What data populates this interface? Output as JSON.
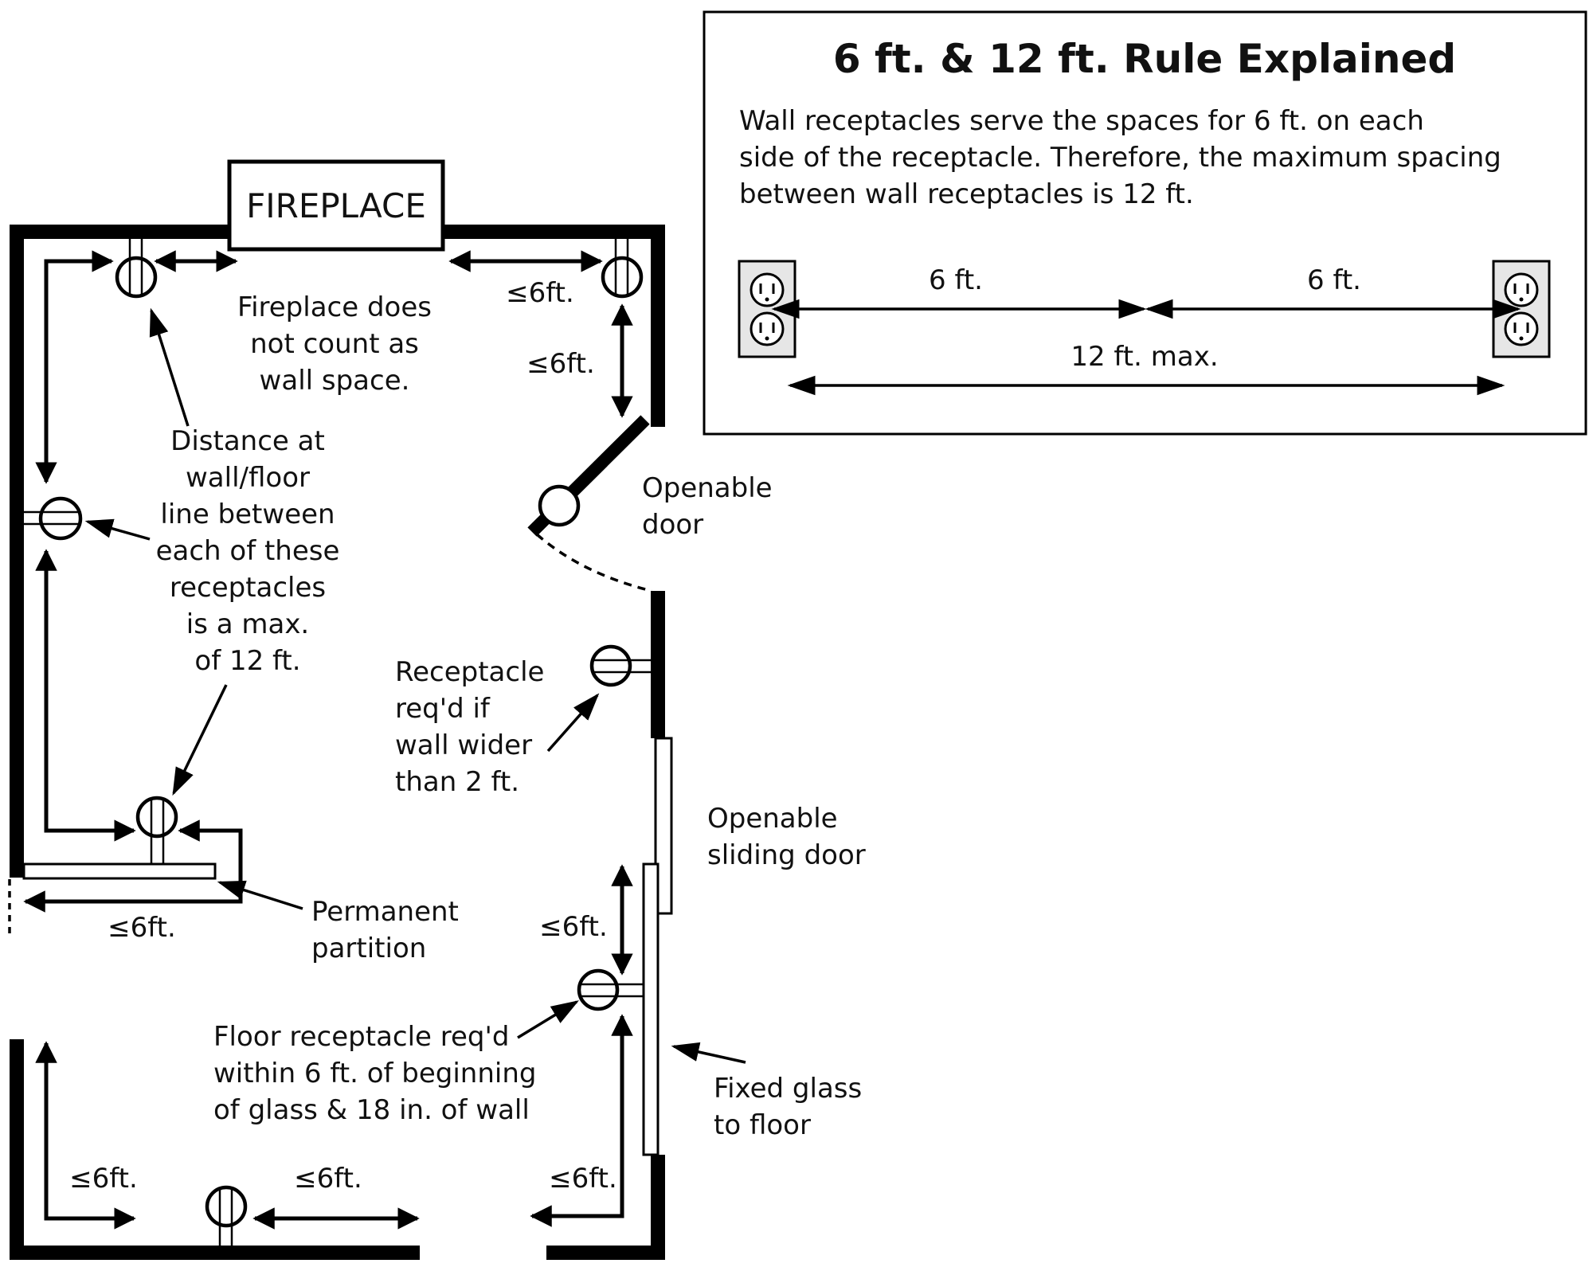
{
  "fireplace": {
    "label": "FIREPLACE",
    "note": [
      "Fireplace does",
      "not count as",
      "wall space."
    ]
  },
  "labels": {
    "top_right_horizontal": "≤6ft.",
    "top_right_vertical": "≤6ft.",
    "partition_spacing": "≤6ft.",
    "sliding_door_spacing": "≤6ft.",
    "bottom_left": "≤6ft.",
    "bottom_middle": "≤6ft.",
    "bottom_right": "≤6ft."
  },
  "annotations": {
    "distance": [
      "Distance at",
      "wall/floor",
      "line between",
      "each of these",
      "receptacles",
      "is a max.",
      "of 12 ft."
    ],
    "openable_door": [
      "Openable",
      "door"
    ],
    "receptacle_wall": [
      "Receptacle",
      "req'd if",
      "wall wider",
      "than 2 ft."
    ],
    "sliding_door": [
      "Openable",
      "sliding door"
    ],
    "partition": [
      "Permanent",
      "partition"
    ],
    "floor_receptacle": [
      "Floor receptacle req'd",
      "within 6 ft. of beginning",
      "of glass & 18 in. of wall"
    ],
    "fixed_glass": [
      "Fixed glass",
      "to floor"
    ]
  },
  "rule_box": {
    "title": "6 ft. & 12 ft. Rule Explained",
    "body": [
      "Wall receptacles serve the spaces for 6 ft. on each",
      "side of the receptacle. Therefore, the maximum spacing",
      "between wall receptacles is 12 ft."
    ],
    "left_span": "6 ft.",
    "right_span": "6 ft.",
    "total_span": "12 ft. max."
  }
}
